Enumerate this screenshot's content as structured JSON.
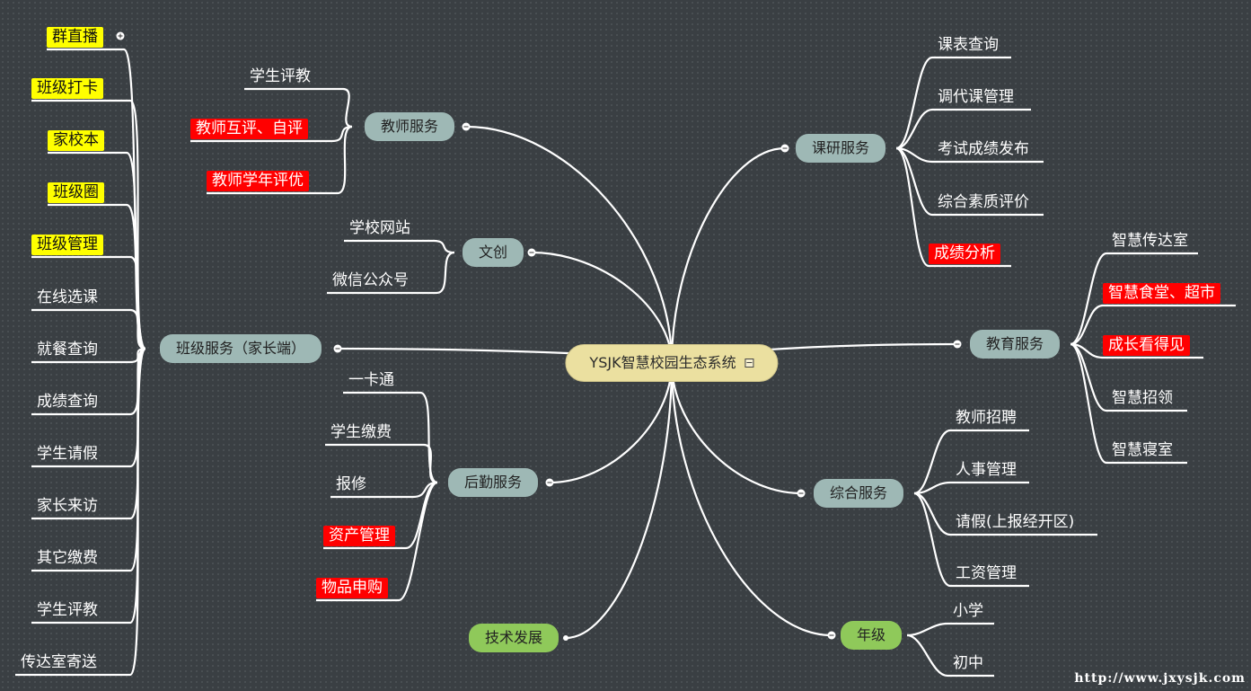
{
  "root": {
    "label": "YSJK智慧校园生态系统",
    "note_icon": "note-icon"
  },
  "branches": {
    "teacher": {
      "label": "教师服务",
      "items": [
        {
          "label": "学生评教",
          "style": "plain"
        },
        {
          "label": "教师互评、自评",
          "style": "red"
        },
        {
          "label": "教师学年评优",
          "style": "red"
        }
      ]
    },
    "wenchuang": {
      "label": "文创",
      "items": [
        {
          "label": "学校网站",
          "style": "plain"
        },
        {
          "label": "微信公众号",
          "style": "plain"
        }
      ]
    },
    "class": {
      "label": "班级服务（家长端）",
      "items": [
        {
          "label": "群直播",
          "style": "yellow"
        },
        {
          "label": "班级打卡",
          "style": "yellow"
        },
        {
          "label": "家校本",
          "style": "yellow"
        },
        {
          "label": "班级圈",
          "style": "yellow"
        },
        {
          "label": "班级管理",
          "style": "yellow"
        },
        {
          "label": "在线选课",
          "style": "plain"
        },
        {
          "label": "就餐查询",
          "style": "plain"
        },
        {
          "label": "成绩查询",
          "style": "plain"
        },
        {
          "label": "学生请假",
          "style": "plain"
        },
        {
          "label": "家长来访",
          "style": "plain"
        },
        {
          "label": "其它缴费",
          "style": "plain"
        },
        {
          "label": "学生评教",
          "style": "plain"
        },
        {
          "label": "传达室寄送",
          "style": "plain"
        }
      ]
    },
    "logistics": {
      "label": "后勤服务",
      "items": [
        {
          "label": "一卡通",
          "style": "plain"
        },
        {
          "label": "学生缴费",
          "style": "plain"
        },
        {
          "label": "报修",
          "style": "plain"
        },
        {
          "label": "资产管理",
          "style": "red"
        },
        {
          "label": "物品申购",
          "style": "red"
        }
      ]
    },
    "tech": {
      "label": "技术发展"
    },
    "research": {
      "label": "课研服务",
      "items": [
        {
          "label": "课表查询",
          "style": "plain"
        },
        {
          "label": "调代课管理",
          "style": "plain"
        },
        {
          "label": "考试成绩发布",
          "style": "plain"
        },
        {
          "label": "综合素质评价",
          "style": "plain"
        },
        {
          "label": "成绩分析",
          "style": "red"
        }
      ]
    },
    "education": {
      "label": "教育服务",
      "items": [
        {
          "label": "智慧传达室",
          "style": "plain"
        },
        {
          "label": "智慧食堂、超市",
          "style": "red"
        },
        {
          "label": "成长看得见",
          "style": "red"
        },
        {
          "label": "智慧招领",
          "style": "plain"
        },
        {
          "label": "智慧寝室",
          "style": "plain"
        }
      ]
    },
    "general": {
      "label": "综合服务",
      "items": [
        {
          "label": "教师招聘",
          "style": "plain"
        },
        {
          "label": "人事管理",
          "style": "plain"
        },
        {
          "label": "请假(上报经开区)",
          "style": "plain"
        },
        {
          "label": "工资管理",
          "style": "plain"
        }
      ]
    },
    "grade": {
      "label": "年级",
      "items": [
        {
          "label": "小学",
          "style": "plain"
        },
        {
          "label": "初中",
          "style": "plain"
        }
      ]
    }
  },
  "colors": {
    "background": "#3a3f43",
    "root_fill": "#ebe0a0",
    "branch_fill": "#9eb8b5",
    "green_branch_fill": "#8fc95a",
    "highlight_yellow": "#ffff00",
    "highlight_red": "#ff0000",
    "connector": "#ffffff"
  },
  "watermark": "http://www.jxysjk.com"
}
